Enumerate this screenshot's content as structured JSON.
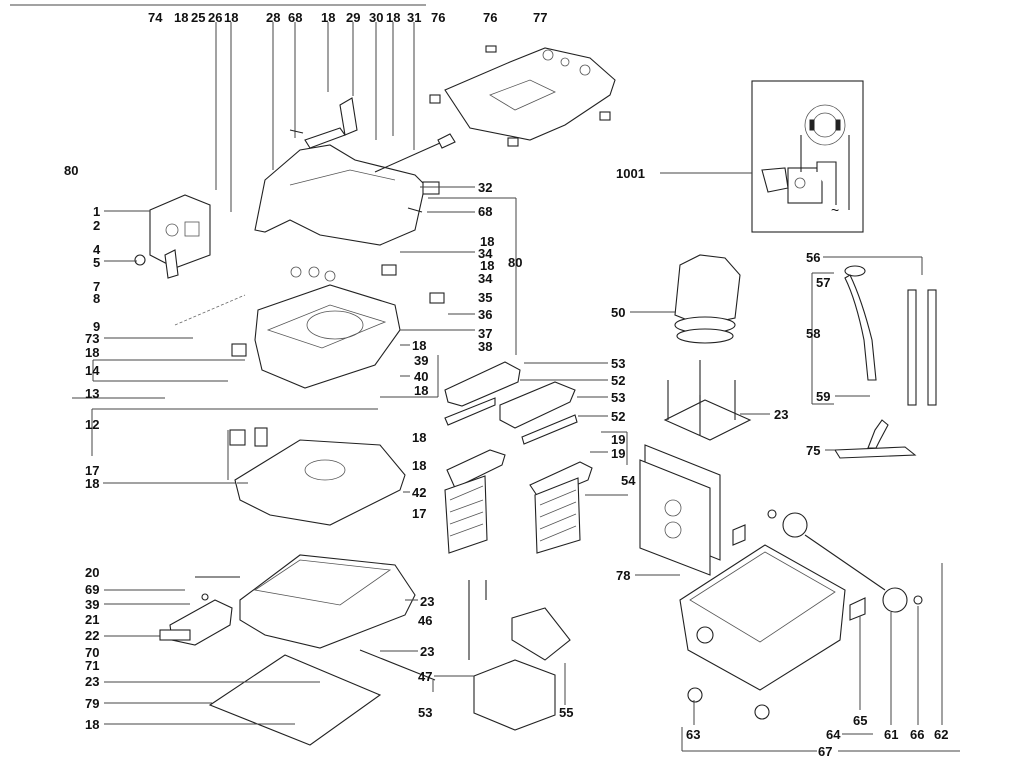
{
  "title": "Exploded parts diagram – wet/dry vacuum cleaner",
  "callouts": {
    "top_row": [
      "74",
      "18",
      "25",
      "26",
      "18",
      "28",
      "68",
      "18",
      "29",
      "30",
      "18",
      "31",
      "76"
    ],
    "top_right": [
      "76",
      "77"
    ],
    "left_col": [
      "80",
      "1",
      "2",
      "4",
      "5",
      "7",
      "8",
      "9",
      "73",
      "18",
      "14",
      "13",
      "12",
      "17",
      "18",
      "20",
      "69",
      "39",
      "21",
      "22",
      "70",
      "71",
      "23",
      "79",
      "18"
    ],
    "center_col": [
      "32",
      "68",
      "18",
      "34",
      "18",
      "34",
      "35",
      "36",
      "37",
      "38",
      "18",
      "39",
      "40",
      "18",
      "80"
    ],
    "filter_area": [
      "53",
      "52",
      "53",
      "52",
      "18",
      "19",
      "19",
      "18",
      "54",
      "42",
      "17"
    ],
    "bottom_center": [
      "23",
      "46",
      "23",
      "47",
      "53",
      "55",
      "78"
    ],
    "motor_area": [
      "1001",
      "50",
      "23"
    ],
    "accessories": [
      "56",
      "57",
      "58",
      "59",
      "75"
    ],
    "bottom_right": [
      "63",
      "64",
      "61",
      "65",
      "66",
      "62",
      "67"
    ]
  },
  "inset": {
    "name": "wiring-schematic",
    "callout": "1001",
    "ac_symbol": "~"
  }
}
